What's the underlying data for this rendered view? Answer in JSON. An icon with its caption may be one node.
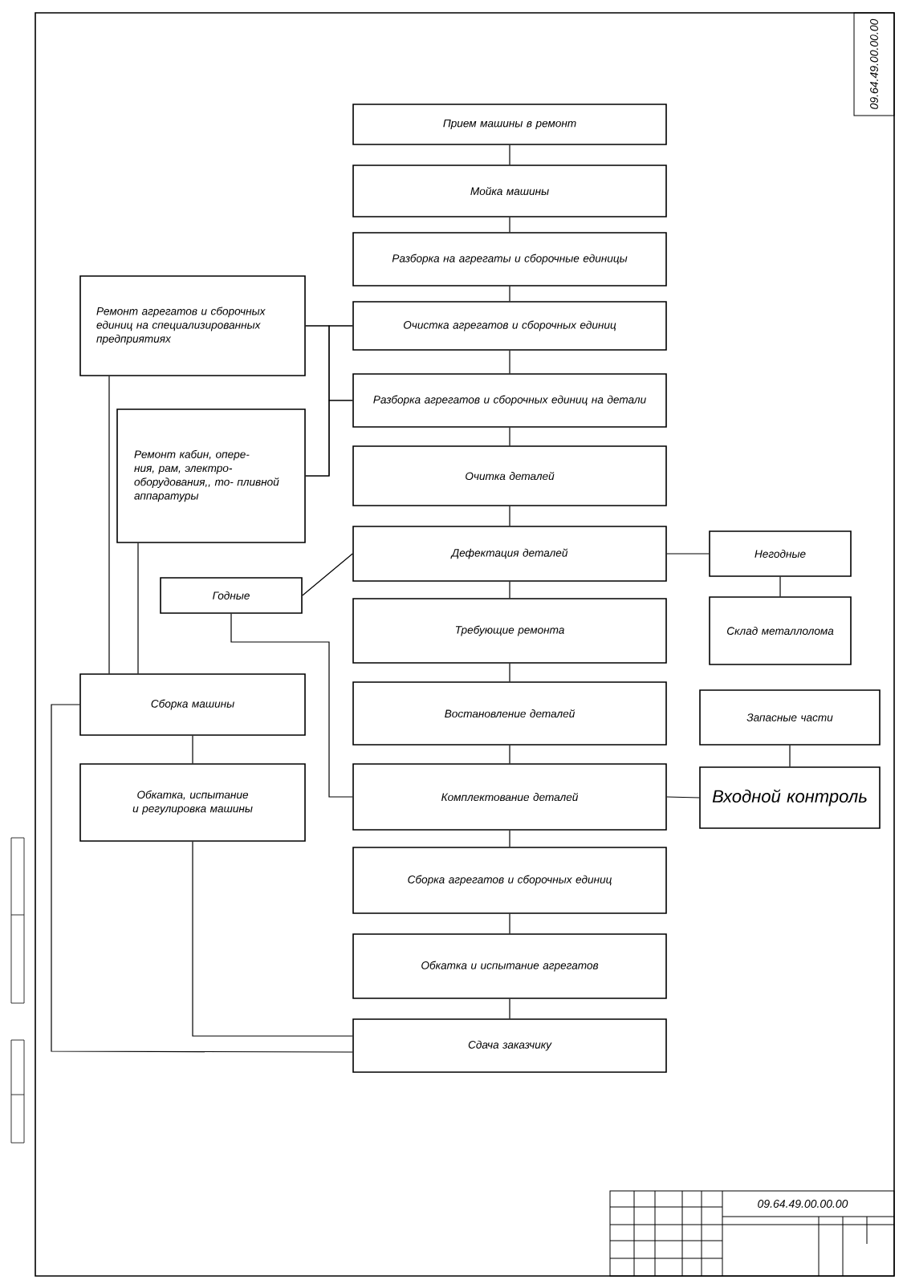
{
  "diagram": {
    "nodes": [
      {
        "text": [
          "Прием машины в ремонт"
        ]
      },
      {
        "text": [
          "Мойка машины"
        ]
      },
      {
        "text": [
          "Разборка на агрегаты и сборочные единицы"
        ]
      },
      {
        "text": [
          "Очистка агрегатов и сборочных единиц"
        ]
      },
      {
        "text": [
          "Разборка агрегатов и сборочных единиц на детали"
        ]
      },
      {
        "text": [
          "Очитка деталей"
        ]
      },
      {
        "text": [
          "Дефектация деталей"
        ]
      },
      {
        "text": [
          "Требующие ремонта"
        ]
      },
      {
        "text": [
          "Востановление деталей"
        ]
      },
      {
        "text": [
          "Комплектование деталей"
        ]
      },
      {
        "text": [
          "Сборка агрегатов и сборочных единиц"
        ]
      },
      {
        "text": [
          "Обкатка и испытание агрегатов"
        ]
      },
      {
        "text": [
          "Сдача заказчику"
        ]
      },
      {
        "text": [
          "Ремонт агрегатов и сборочных единиц на специализированных предприятиях"
        ]
      },
      {
        "text": [
          "Ремонт кабин, опере- ния, рам, электро- оборудования,, то- пливной аппаратуры"
        ]
      },
      {
        "text": [
          "Годные"
        ]
      },
      {
        "text": [
          "Негодные"
        ]
      },
      {
        "text": [
          "Склад металлолома"
        ]
      },
      {
        "text": [
          "Запасные части"
        ]
      },
      {
        "text": [
          "Входной контроль"
        ]
      },
      {
        "text": [
          "Сборка машины"
        ]
      },
      {
        "text": [
          "Обкатка, испытание и регулировка машины"
        ]
      }
    ],
    "edges": [
      {
        "from": 0,
        "to": 1,
        "arrow": "none"
      },
      {
        "from": 1,
        "to": 2,
        "arrow": "none"
      },
      {
        "from": 2,
        "to": 3,
        "arrow": "none"
      },
      {
        "from": 3,
        "to": 4,
        "arrow": "none"
      },
      {
        "from": 4,
        "to": 5,
        "arrow": "none"
      },
      {
        "from": 5,
        "to": 6,
        "arrow": "none"
      },
      {
        "from": 6,
        "to": 7,
        "arrow": "none"
      },
      {
        "from": 7,
        "to": 8,
        "arrow": "none"
      },
      {
        "from": 8,
        "to": 9,
        "arrow": "none"
      },
      {
        "from": 9,
        "to": 10,
        "arrow": "none"
      },
      {
        "from": 10,
        "to": 11,
        "arrow": "none"
      },
      {
        "from": 11,
        "to": 12,
        "arrow": "none"
      },
      {
        "from": 13,
        "to": 3,
        "arrow": "none"
      },
      {
        "from": 13,
        "to": 4,
        "arrow": "none"
      },
      {
        "from": 14,
        "to": 3,
        "arrow": "none"
      },
      {
        "from": 14,
        "to": 4,
        "arrow": "none"
      },
      {
        "from": 6,
        "to": 15,
        "arrow": "none"
      },
      {
        "from": 6,
        "to": 16,
        "arrow": "none"
      },
      {
        "from": 16,
        "to": 17,
        "arrow": "none"
      },
      {
        "from": 15,
        "to": 9,
        "arrow": "none"
      },
      {
        "from": 13,
        "to": 20,
        "arrow": "none"
      },
      {
        "from": 14,
        "to": 20,
        "arrow": "none"
      },
      {
        "from": 20,
        "to": 21,
        "arrow": "none"
      },
      {
        "from": 21,
        "to": 12,
        "arrow": "none"
      },
      {
        "from": 20,
        "to": 12,
        "arrow": "none"
      },
      {
        "from": 18,
        "to": 19,
        "arrow": "none"
      },
      {
        "from": 19,
        "to": 9,
        "arrow": "none"
      }
    ],
    "labels": [
      "09.64.49.00.00.00",
      "09.64.49.00.00.00"
    ]
  }
}
